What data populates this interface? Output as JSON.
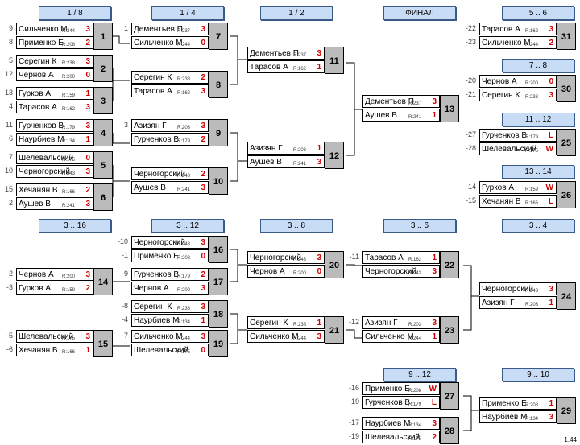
{
  "headers": {
    "r18": "1 / 8",
    "r14": "1 / 4",
    "r12": "1 / 2",
    "final": "ФИНАЛ",
    "p56": "5 .. 6",
    "p78": "7 .. 8",
    "p1112": "11 .. 12",
    "p1314": "13 .. 14",
    "p316": "3 .. 16",
    "p312": "3 .. 12",
    "p38": "3 .. 8",
    "p36": "3 .. 6",
    "p34": "3 .. 4",
    "p912": "9 .. 12",
    "p910": "9 .. 10"
  },
  "matches": [
    {
      "id": "1",
      "p": [
        {
          "n": "Сильченко М",
          "r": "R:244",
          "s": "3",
          "seed": "9"
        },
        {
          "n": "Применко Е",
          "r": "R:208",
          "s": "2",
          "seed": "8"
        }
      ]
    },
    {
      "id": "2",
      "p": [
        {
          "n": "Серегин К",
          "r": "R:238",
          "s": "3",
          "seed": "5"
        },
        {
          "n": "Чернов А",
          "r": "R:200",
          "s": "0",
          "seed": "12"
        }
      ]
    },
    {
      "id": "3",
      "p": [
        {
          "n": "Гурков А",
          "r": "R:159",
          "s": "1",
          "seed": "13"
        },
        {
          "n": "Тарасов А",
          "r": "R:162",
          "s": "3",
          "seed": "4"
        }
      ]
    },
    {
      "id": "4",
      "p": [
        {
          "n": "Гурченков В",
          "r": "R:179",
          "s": "3",
          "seed": "11"
        },
        {
          "n": "Наурбиев М",
          "r": "R:134",
          "s": "1",
          "seed": "6"
        }
      ]
    },
    {
      "id": "5",
      "p": [
        {
          "n": "Шелевальский",
          "r": "R:175",
          "s": "0",
          "seed": "7"
        },
        {
          "n": "Черногорский",
          "r": "R:243",
          "s": "3",
          "seed": "10"
        }
      ]
    },
    {
      "id": "6",
      "p": [
        {
          "n": "Хечанян В",
          "r": "R:166",
          "s": "2",
          "seed": "15"
        },
        {
          "n": "Аушев В",
          "r": "R:241",
          "s": "3",
          "seed": "2"
        }
      ]
    },
    {
      "id": "7",
      "p": [
        {
          "n": "Дементьев П",
          "r": "R:237",
          "s": "3",
          "seed": "1"
        },
        {
          "n": "Сильченко М",
          "r": "R:244",
          "s": "0",
          "seed": ""
        }
      ]
    },
    {
      "id": "8",
      "p": [
        {
          "n": "Серегин К",
          "r": "R:238",
          "s": "2",
          "seed": ""
        },
        {
          "n": "Тарасов А",
          "r": "R:162",
          "s": "3",
          "seed": ""
        }
      ]
    },
    {
      "id": "9",
      "p": [
        {
          "n": "Азизян Г",
          "r": "R:203",
          "s": "3",
          "seed": "3"
        },
        {
          "n": "Гурченков В",
          "r": "R:179",
          "s": "2",
          "seed": ""
        }
      ]
    },
    {
      "id": "10",
      "p": [
        {
          "n": "Черногорский",
          "r": "R:243",
          "s": "2",
          "seed": ""
        },
        {
          "n": "Аушев В",
          "r": "R:241",
          "s": "3",
          "seed": ""
        }
      ]
    },
    {
      "id": "11",
      "p": [
        {
          "n": "Дементьев П",
          "r": "R:237",
          "s": "3",
          "seed": ""
        },
        {
          "n": "Тарасов А",
          "r": "R:162",
          "s": "1",
          "seed": ""
        }
      ]
    },
    {
      "id": "12",
      "p": [
        {
          "n": "Азизян Г",
          "r": "R:203",
          "s": "1",
          "seed": ""
        },
        {
          "n": "Аушев В",
          "r": "R:241",
          "s": "3",
          "seed": ""
        }
      ]
    },
    {
      "id": "13",
      "p": [
        {
          "n": "Дементьев П",
          "r": "R:237",
          "s": "3",
          "seed": ""
        },
        {
          "n": "Аушев В",
          "r": "R:241",
          "s": "1",
          "seed": ""
        }
      ]
    },
    {
      "id": "31",
      "p": [
        {
          "n": "Тарасов А",
          "r": "R:162",
          "s": "3",
          "seed": "-22"
        },
        {
          "n": "Сильченко М",
          "r": "R:244",
          "s": "2",
          "seed": "-23"
        }
      ]
    },
    {
      "id": "30",
      "p": [
        {
          "n": "Чернов А",
          "r": "R:200",
          "s": "0",
          "seed": "-20"
        },
        {
          "n": "Серегин К",
          "r": "R:238",
          "s": "3",
          "seed": "-21"
        }
      ]
    },
    {
      "id": "25",
      "p": [
        {
          "n": "Гурченков В",
          "r": "R:179",
          "s": "L",
          "seed": "-27"
        },
        {
          "n": "Шелевальский",
          "r": "R:175",
          "s": "W",
          "seed": "-28"
        }
      ]
    },
    {
      "id": "26",
      "p": [
        {
          "n": "Гурков А",
          "r": "R:159",
          "s": "W",
          "seed": "-14"
        },
        {
          "n": "Хечанян В",
          "r": "R:166",
          "s": "L",
          "seed": "-15"
        }
      ]
    },
    {
      "id": "16",
      "p": [
        {
          "n": "Черногорский",
          "r": "R:243",
          "s": "3",
          "seed": "-10"
        },
        {
          "n": "Применко Е",
          "r": "R:208",
          "s": "0",
          "seed": "-1"
        }
      ]
    },
    {
      "id": "17",
      "p": [
        {
          "n": "Гурченков В",
          "r": "R:179",
          "s": "2",
          "seed": "-9"
        },
        {
          "n": "Чернов А",
          "r": "R:200",
          "s": "3",
          "seed": ""
        }
      ]
    },
    {
      "id": "18",
      "p": [
        {
          "n": "Серегин К",
          "r": "R:238",
          "s": "3",
          "seed": "-8"
        },
        {
          "n": "Наурбиев М",
          "r": "R:134",
          "s": "1",
          "seed": "-4"
        }
      ]
    },
    {
      "id": "19",
      "p": [
        {
          "n": "Сильченко М",
          "r": "R:244",
          "s": "3",
          "seed": "-7"
        },
        {
          "n": "Шелевальский",
          "r": "R:175",
          "s": "0",
          "seed": ""
        }
      ]
    },
    {
      "id": "14",
      "p": [
        {
          "n": "Чернов А",
          "r": "R:200",
          "s": "3",
          "seed": "-2"
        },
        {
          "n": "Гурков А",
          "r": "R:159",
          "s": "2",
          "seed": "-3"
        }
      ]
    },
    {
      "id": "15",
      "p": [
        {
          "n": "Шелевальский",
          "r": "R:175",
          "s": "3",
          "seed": "-5"
        },
        {
          "n": "Хечанян В",
          "r": "R:166",
          "s": "1",
          "seed": "-6"
        }
      ]
    },
    {
      "id": "20",
      "p": [
        {
          "n": "Черногорский",
          "r": "R:243",
          "s": "3",
          "seed": ""
        },
        {
          "n": "Чернов А",
          "r": "R:200",
          "s": "0",
          "seed": ""
        }
      ]
    },
    {
      "id": "21",
      "p": [
        {
          "n": "Серегин К",
          "r": "R:238",
          "s": "1",
          "seed": ""
        },
        {
          "n": "Сильченко М",
          "r": "R:244",
          "s": "3",
          "seed": ""
        }
      ]
    },
    {
      "id": "22",
      "p": [
        {
          "n": "Тарасов А",
          "r": "R:162",
          "s": "1",
          "seed": "-11"
        },
        {
          "n": "Черногорский",
          "r": "R:243",
          "s": "3",
          "seed": ""
        }
      ]
    },
    {
      "id": "23",
      "p": [
        {
          "n": "Азизян Г",
          "r": "R:203",
          "s": "3",
          "seed": "-12"
        },
        {
          "n": "Сильченко М",
          "r": "R:244",
          "s": "1",
          "seed": ""
        }
      ]
    },
    {
      "id": "24",
      "p": [
        {
          "n": "Черногорский",
          "r": "R:243",
          "s": "3",
          "seed": ""
        },
        {
          "n": "Азизян Г",
          "r": "R:203",
          "s": "1",
          "seed": ""
        }
      ]
    },
    {
      "id": "27",
      "p": [
        {
          "n": "Применко Е",
          "r": "R:208",
          "s": "W",
          "seed": "-16"
        },
        {
          "n": "Гурченков В",
          "r": "R:179",
          "s": "L",
          "seed": "-19"
        }
      ]
    },
    {
      "id": "28",
      "p": [
        {
          "n": "Наурбиев М",
          "r": "R:134",
          "s": "3",
          "seed": "-17"
        },
        {
          "n": "Шелевальский",
          "r": "R:175",
          "s": "2",
          "seed": "-19"
        }
      ]
    },
    {
      "id": "29",
      "p": [
        {
          "n": "Применко Е",
          "r": "R:208",
          "s": "1",
          "seed": ""
        },
        {
          "n": "Наурбиев М",
          "r": "R:134",
          "s": "3",
          "seed": ""
        }
      ]
    }
  ],
  "version": "1.44"
}
